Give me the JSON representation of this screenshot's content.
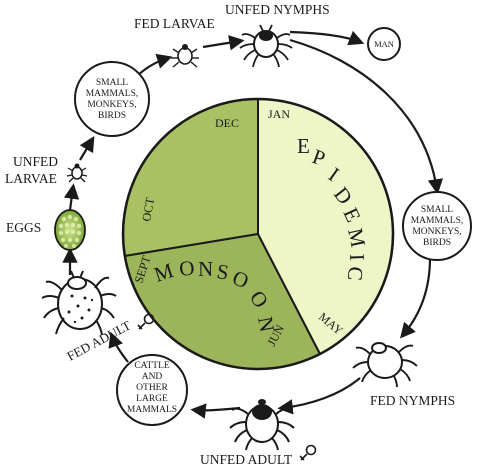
{
  "diagram": {
    "stages": {
      "fed_larvae": "FED LARVAE",
      "unfed_nymphs": "UNFED NYMPHS",
      "man": "MAN",
      "hosts_left": [
        "SMALL",
        "MAMMALS,",
        "MONKEYS,",
        "BIRDS"
      ],
      "hosts_right": [
        "SMALL",
        "MAMMALS,",
        "MONKEYS,",
        "BIRDS"
      ],
      "unfed_larvae": [
        "UNFED",
        "LARVAE"
      ],
      "eggs": "EGGS",
      "fed_adult": "FED ADULT",
      "cattle": [
        "CATTLE",
        "AND",
        "OTHER",
        "LARGE",
        "MAMMALS"
      ],
      "fed_nymphs": "FED NYMPHS",
      "unfed_adult": "UNFED ADULT"
    },
    "seasons": {
      "epidemic_letters": [
        "E",
        "P",
        "I",
        "D",
        "E",
        "M",
        "I",
        "C"
      ],
      "monsoon_letters": [
        "M",
        "O",
        "N",
        "S",
        "O",
        "O",
        "N"
      ]
    },
    "months": {
      "jan": "JAN",
      "dec": "DEC",
      "oct": "OCT",
      "sept": "SEPT",
      "may": "MAY",
      "jun": "JUN"
    },
    "colors": {
      "dark_green": "#9cb55a",
      "mid_green": "#a9c163",
      "light_green": "#eef5c6",
      "ink": "#1a1a1a",
      "egg": "#95c143"
    }
  }
}
